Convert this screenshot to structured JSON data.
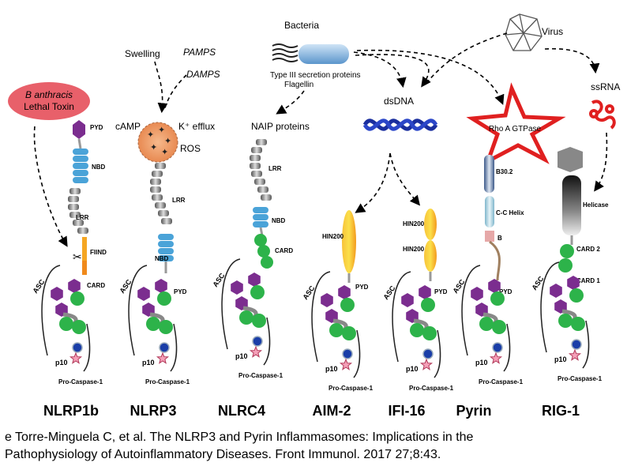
{
  "stimuli": {
    "bacteria": "Bacteria",
    "virus": "Virus",
    "swelling": "Swelling",
    "pamps": "PAMPS",
    "damps": "DAMPS",
    "b_anthracis_line1": "B anthracis",
    "b_anthracis_line2": "Lethal Toxin",
    "type3_line1": "Type III secretion proteins",
    "type3_line2": "Flagellin",
    "camp": "cAMP",
    "k_efflux": "K⁺ efflux",
    "ros": "ROS",
    "naip": "NAIP proteins",
    "dsdna": "dsDNA",
    "rhoa": "Rho A GTPase",
    "ssrna": "ssRNA"
  },
  "domains": {
    "pyd": "PYD",
    "nbd": "NBD",
    "lrr": "LRR",
    "fiind": "FIIND",
    "card": "CARD",
    "hin200": "HIN200",
    "b302": "B30.2",
    "cc_helix": "C-C Helix",
    "b": "B",
    "helicase": "Helicase",
    "card1": "CARD 1",
    "card2": "CARD 2",
    "asc": "ASC",
    "p10": "p10",
    "procaspase": "Pro-Caspase-1"
  },
  "sensors": [
    "NLRP1b",
    "NLRP3",
    "NLRC4",
    "AIM-2",
    "IFI-16",
    "Pyrin",
    "RIG-1"
  ],
  "caption": {
    "line1": "e Torre-Minguela C, et al. The NLRP3 and Pyrin Inflammasomes: Implications in the",
    "line2": "Pathophysiology of Autoinflammatory Diseases. Front Immunol. 2017 27;8:43."
  },
  "colors": {
    "pyd_purple": "#7b2d8f",
    "asc_green": "#2db34a",
    "nbd_blue": "#4aa3d8",
    "hin200_orange": "#f5a623",
    "rhoa_red": "#e02020",
    "anthracis_pink": "#e8606a"
  }
}
